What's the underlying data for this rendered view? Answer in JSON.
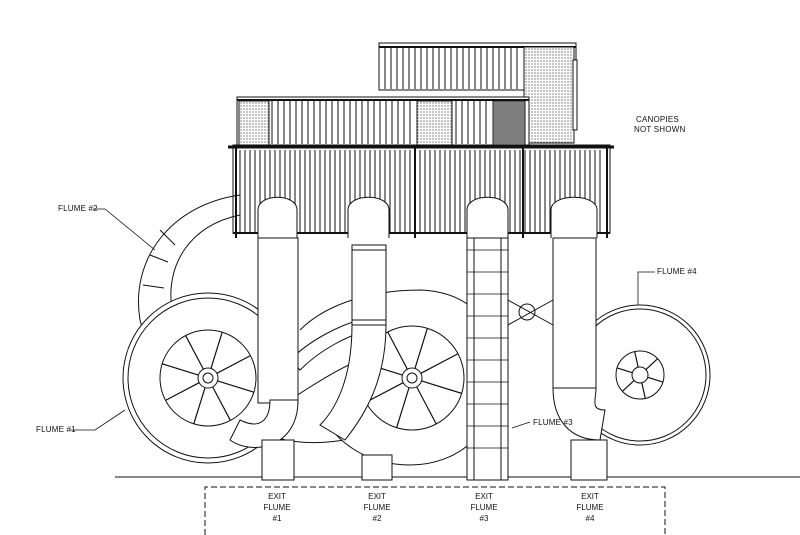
{
  "labels": {
    "canopies_line1": "CANOPIES",
    "canopies_line2": "NOT SHOWN",
    "flume1": "FLUME #1",
    "flume2": "FLUME #2",
    "flume3": "FLUME #3",
    "flume4": "FLUME #4"
  },
  "exits": [
    {
      "line1": "EXIT",
      "line2": "FLUME",
      "line3": "#1"
    },
    {
      "line1": "EXIT",
      "line2": "FLUME",
      "line3": "#2"
    },
    {
      "line1": "EXIT",
      "line2": "FLUME",
      "line3": "#3"
    },
    {
      "line1": "EXIT",
      "line2": "FLUME",
      "line3": "#4"
    }
  ],
  "colors": {
    "line": "#111111",
    "hatch": "#555555",
    "paper": "#ffffff"
  }
}
